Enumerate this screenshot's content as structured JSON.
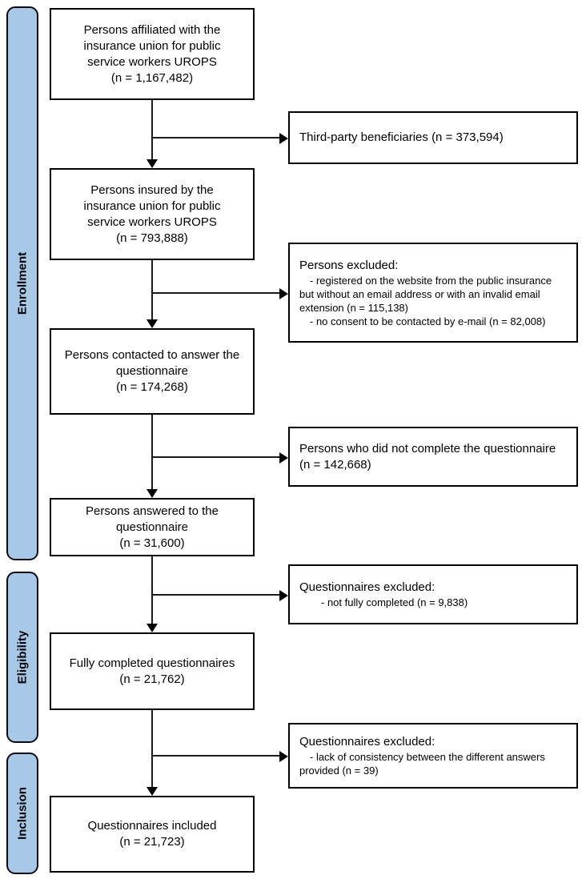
{
  "colors": {
    "stage_fill": "#A8C8E8",
    "box_border": "#000000",
    "box_fill": "#FFFFFF",
    "connector": "#1A1A1A",
    "text": "#000000"
  },
  "stages": [
    {
      "label": "Enrollment"
    },
    {
      "label": "Eligibility"
    },
    {
      "label": "Inclusion"
    }
  ],
  "main_boxes": [
    {
      "text": "Persons affiliated with the\ninsurance union for public\nservice workers UROPS\n(n = 1,167,482)"
    },
    {
      "text": "Persons insured by the\ninsurance union for public\nservice workers UROPS\n(n = 793,888)"
    },
    {
      "text": "Persons contacted to answer the\nquestionnaire\n(n = 174,268)"
    },
    {
      "text": "Persons answered to the\nquestionnaire\n(n = 31,600)"
    },
    {
      "text": "Fully completed questionnaires\n(n = 21,762)"
    },
    {
      "text": "Questionnaires included\n(n = 21,723)"
    }
  ],
  "side_boxes": [
    {
      "title": "Third-party beneficiaries (n = 373,594)",
      "items": []
    },
    {
      "title": "Persons excluded:",
      "items": [
        "- registered on the website from the public insurance but without an email address or with an invalid email extension (n = 115,138)",
        "- no consent to be contacted by e-mail (n = 82,008)"
      ]
    },
    {
      "title": "Persons who did not complete the questionnaire\n(n = 142,668)",
      "items": []
    },
    {
      "title": "Questionnaires excluded:",
      "items": [
        "- not fully completed (n = 9,838)"
      ]
    },
    {
      "title": "Questionnaires excluded:",
      "items": [
        "- lack of consistency between the different answers provided (n = 39)"
      ]
    }
  ]
}
